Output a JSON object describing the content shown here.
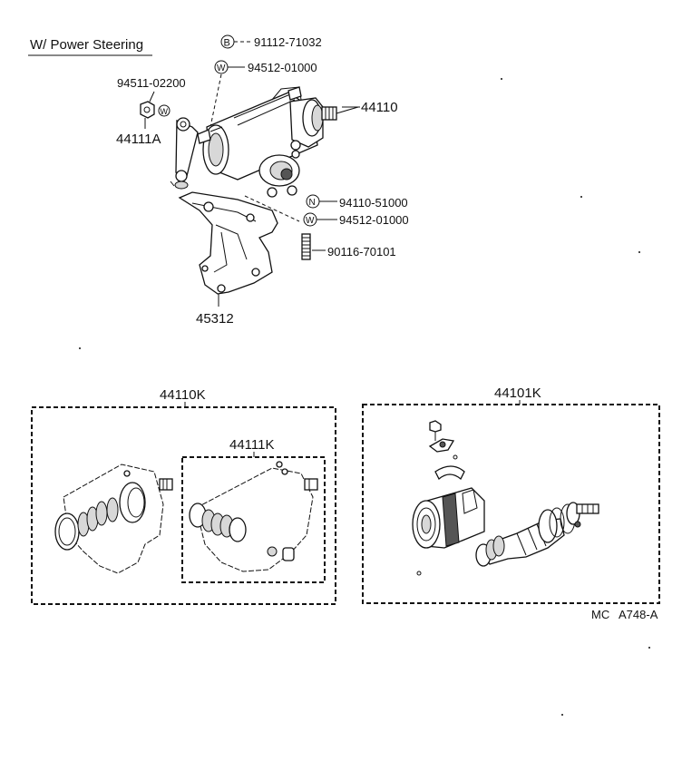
{
  "header": {
    "title": "W/ Power Steering"
  },
  "symbols": {
    "B": "B",
    "W": "W",
    "N": "N"
  },
  "parts": {
    "p_91112": "91112-71032",
    "p_94512_top": "94512-01000",
    "p_94511": "94511-02200",
    "p_44111A": "44111A",
    "p_44110": "44110",
    "p_94110": "94110-51000",
    "p_94512_mid": "94512-01000",
    "p_90116": "90116-70101",
    "p_45312": "45312"
  },
  "kits": {
    "k_44110K": "44110K",
    "k_44111K": "44111K",
    "k_44101K": "44101K"
  },
  "footer": {
    "code_mc": "MC",
    "code_ref": "A748-A"
  }
}
